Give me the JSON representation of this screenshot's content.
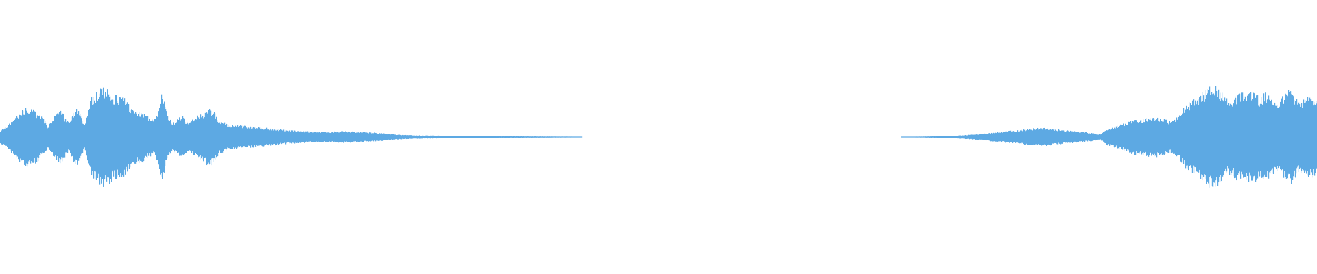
{
  "waveform": {
    "color": "#5DA9E3",
    "background": "#FFFFFF",
    "envelope": [
      [
        0.0,
        0.1
      ],
      [
        0.006,
        0.18
      ],
      [
        0.01,
        0.28
      ],
      [
        0.016,
        0.4
      ],
      [
        0.02,
        0.44
      ],
      [
        0.026,
        0.4
      ],
      [
        0.03,
        0.34
      ],
      [
        0.034,
        0.24
      ],
      [
        0.036,
        0.16
      ],
      [
        0.039,
        0.26
      ],
      [
        0.042,
        0.34
      ],
      [
        0.046,
        0.4
      ],
      [
        0.049,
        0.3
      ],
      [
        0.052,
        0.22
      ],
      [
        0.055,
        0.36
      ],
      [
        0.058,
        0.44
      ],
      [
        0.061,
        0.32
      ],
      [
        0.064,
        0.18
      ],
      [
        0.067,
        0.48
      ],
      [
        0.07,
        0.62
      ],
      [
        0.074,
        0.7
      ],
      [
        0.078,
        0.74
      ],
      [
        0.082,
        0.7
      ],
      [
        0.086,
        0.64
      ],
      [
        0.09,
        0.62
      ],
      [
        0.094,
        0.6
      ],
      [
        0.097,
        0.5
      ],
      [
        0.1,
        0.44
      ],
      [
        0.104,
        0.38
      ],
      [
        0.108,
        0.4
      ],
      [
        0.113,
        0.3
      ],
      [
        0.117,
        0.26
      ],
      [
        0.12,
        0.4
      ],
      [
        0.122,
        0.66
      ],
      [
        0.124,
        0.58
      ],
      [
        0.127,
        0.32
      ],
      [
        0.131,
        0.22
      ],
      [
        0.135,
        0.28
      ],
      [
        0.138,
        0.32
      ],
      [
        0.142,
        0.22
      ],
      [
        0.146,
        0.26
      ],
      [
        0.15,
        0.34
      ],
      [
        0.154,
        0.36
      ],
      [
        0.158,
        0.44
      ],
      [
        0.162,
        0.4
      ],
      [
        0.166,
        0.26
      ],
      [
        0.17,
        0.22
      ],
      [
        0.174,
        0.18
      ],
      [
        0.18,
        0.18
      ],
      [
        0.19,
        0.16
      ],
      [
        0.2,
        0.14
      ],
      [
        0.21,
        0.12
      ],
      [
        0.22,
        0.1
      ],
      [
        0.23,
        0.09
      ],
      [
        0.24,
        0.08
      ],
      [
        0.25,
        0.08
      ],
      [
        0.26,
        0.09
      ],
      [
        0.27,
        0.08
      ],
      [
        0.28,
        0.07
      ],
      [
        0.29,
        0.06
      ],
      [
        0.3,
        0.04
      ],
      [
        0.31,
        0.03
      ],
      [
        0.32,
        0.025
      ],
      [
        0.34,
        0.02
      ],
      [
        0.36,
        0.015
      ],
      [
        0.38,
        0.012
      ],
      [
        0.4,
        0.01
      ],
      [
        0.42,
        0.008
      ],
      [
        0.44,
        0.006
      ],
      [
        0.442,
        0.0
      ],
      [
        0.684,
        0.0
      ],
      [
        0.686,
        0.004
      ],
      [
        0.7,
        0.008
      ],
      [
        0.72,
        0.015
      ],
      [
        0.74,
        0.04
      ],
      [
        0.76,
        0.08
      ],
      [
        0.77,
        0.1
      ],
      [
        0.78,
        0.12
      ],
      [
        0.79,
        0.14
      ],
      [
        0.8,
        0.12
      ],
      [
        0.81,
        0.1
      ],
      [
        0.82,
        0.08
      ],
      [
        0.83,
        0.06
      ],
      [
        0.835,
        0.04
      ],
      [
        0.84,
        0.12
      ],
      [
        0.85,
        0.18
      ],
      [
        0.855,
        0.22
      ],
      [
        0.86,
        0.28
      ],
      [
        0.866,
        0.26
      ],
      [
        0.872,
        0.3
      ],
      [
        0.88,
        0.3
      ],
      [
        0.888,
        0.24
      ],
      [
        0.894,
        0.3
      ],
      [
        0.9,
        0.48
      ],
      [
        0.91,
        0.62
      ],
      [
        0.918,
        0.76
      ],
      [
        0.922,
        0.8
      ],
      [
        0.926,
        0.7
      ],
      [
        0.932,
        0.56
      ],
      [
        0.936,
        0.6
      ],
      [
        0.94,
        0.66
      ],
      [
        0.946,
        0.66
      ],
      [
        0.952,
        0.7
      ],
      [
        0.956,
        0.58
      ],
      [
        0.96,
        0.66
      ],
      [
        0.965,
        0.6
      ],
      [
        0.97,
        0.54
      ],
      [
        0.974,
        0.62
      ],
      [
        0.978,
        0.72
      ],
      [
        0.982,
        0.66
      ],
      [
        0.986,
        0.52
      ],
      [
        0.99,
        0.58
      ],
      [
        0.995,
        0.62
      ],
      [
        1.0,
        0.56
      ]
    ]
  }
}
